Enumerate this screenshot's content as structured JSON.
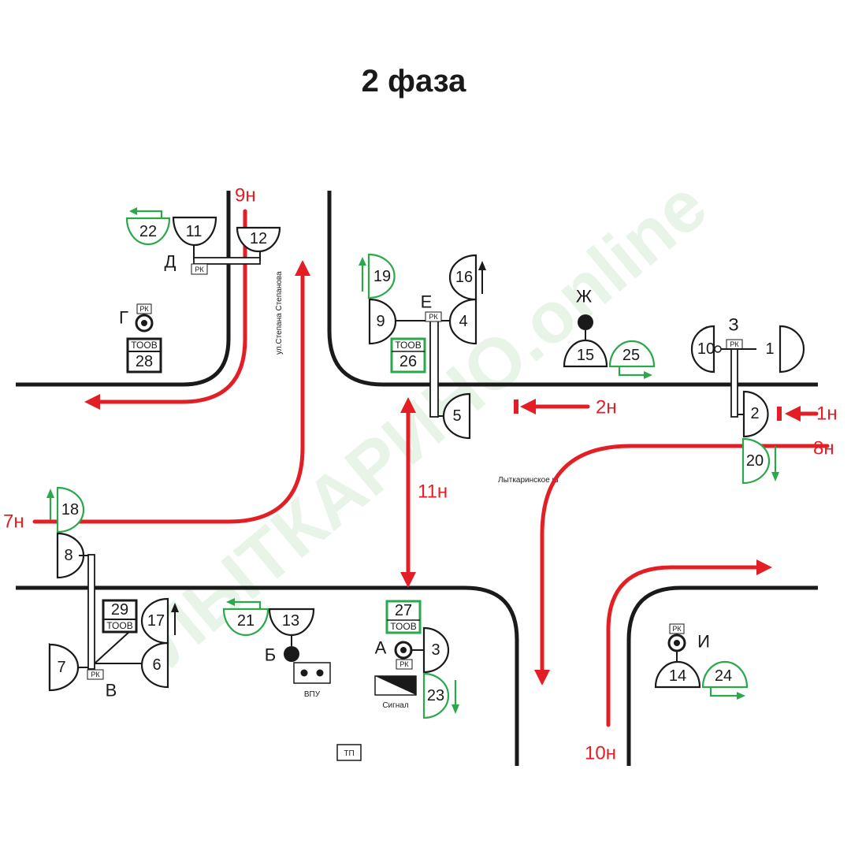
{
  "title": "2 фаза",
  "watermark": "ЛЫТКАРИНО.online",
  "streets": {
    "vertical": "ул.Степана Степанова",
    "horizontal": "Лыткаринское ш"
  },
  "flows": [
    "1н",
    "2н",
    "7н",
    "8н",
    "9н",
    "10н",
    "11н"
  ],
  "signals_black": [
    "1",
    "2",
    "3",
    "4",
    "5",
    "6",
    "7",
    "8",
    "9",
    "10",
    "11",
    "12",
    "13",
    "14",
    "15",
    "16"
  ],
  "signals_green": [
    "17",
    "18",
    "19",
    "20",
    "21",
    "22",
    "23",
    "24",
    "25"
  ],
  "toov": {
    "label": "ТООВ",
    "numbers": [
      "26",
      "27",
      "28",
      "29"
    ]
  },
  "poles": [
    "А",
    "Б",
    "В",
    "Г",
    "Д",
    "Е",
    "Ж",
    "З",
    "И"
  ],
  "rk": "РК",
  "labels": {
    "vpu": "ВПУ",
    "signal": "Сигнал",
    "tp": "ТП"
  },
  "colors": {
    "road": "#1a1a1a",
    "flow": "#e31e24",
    "pedestrian": "#2aa84a"
  }
}
